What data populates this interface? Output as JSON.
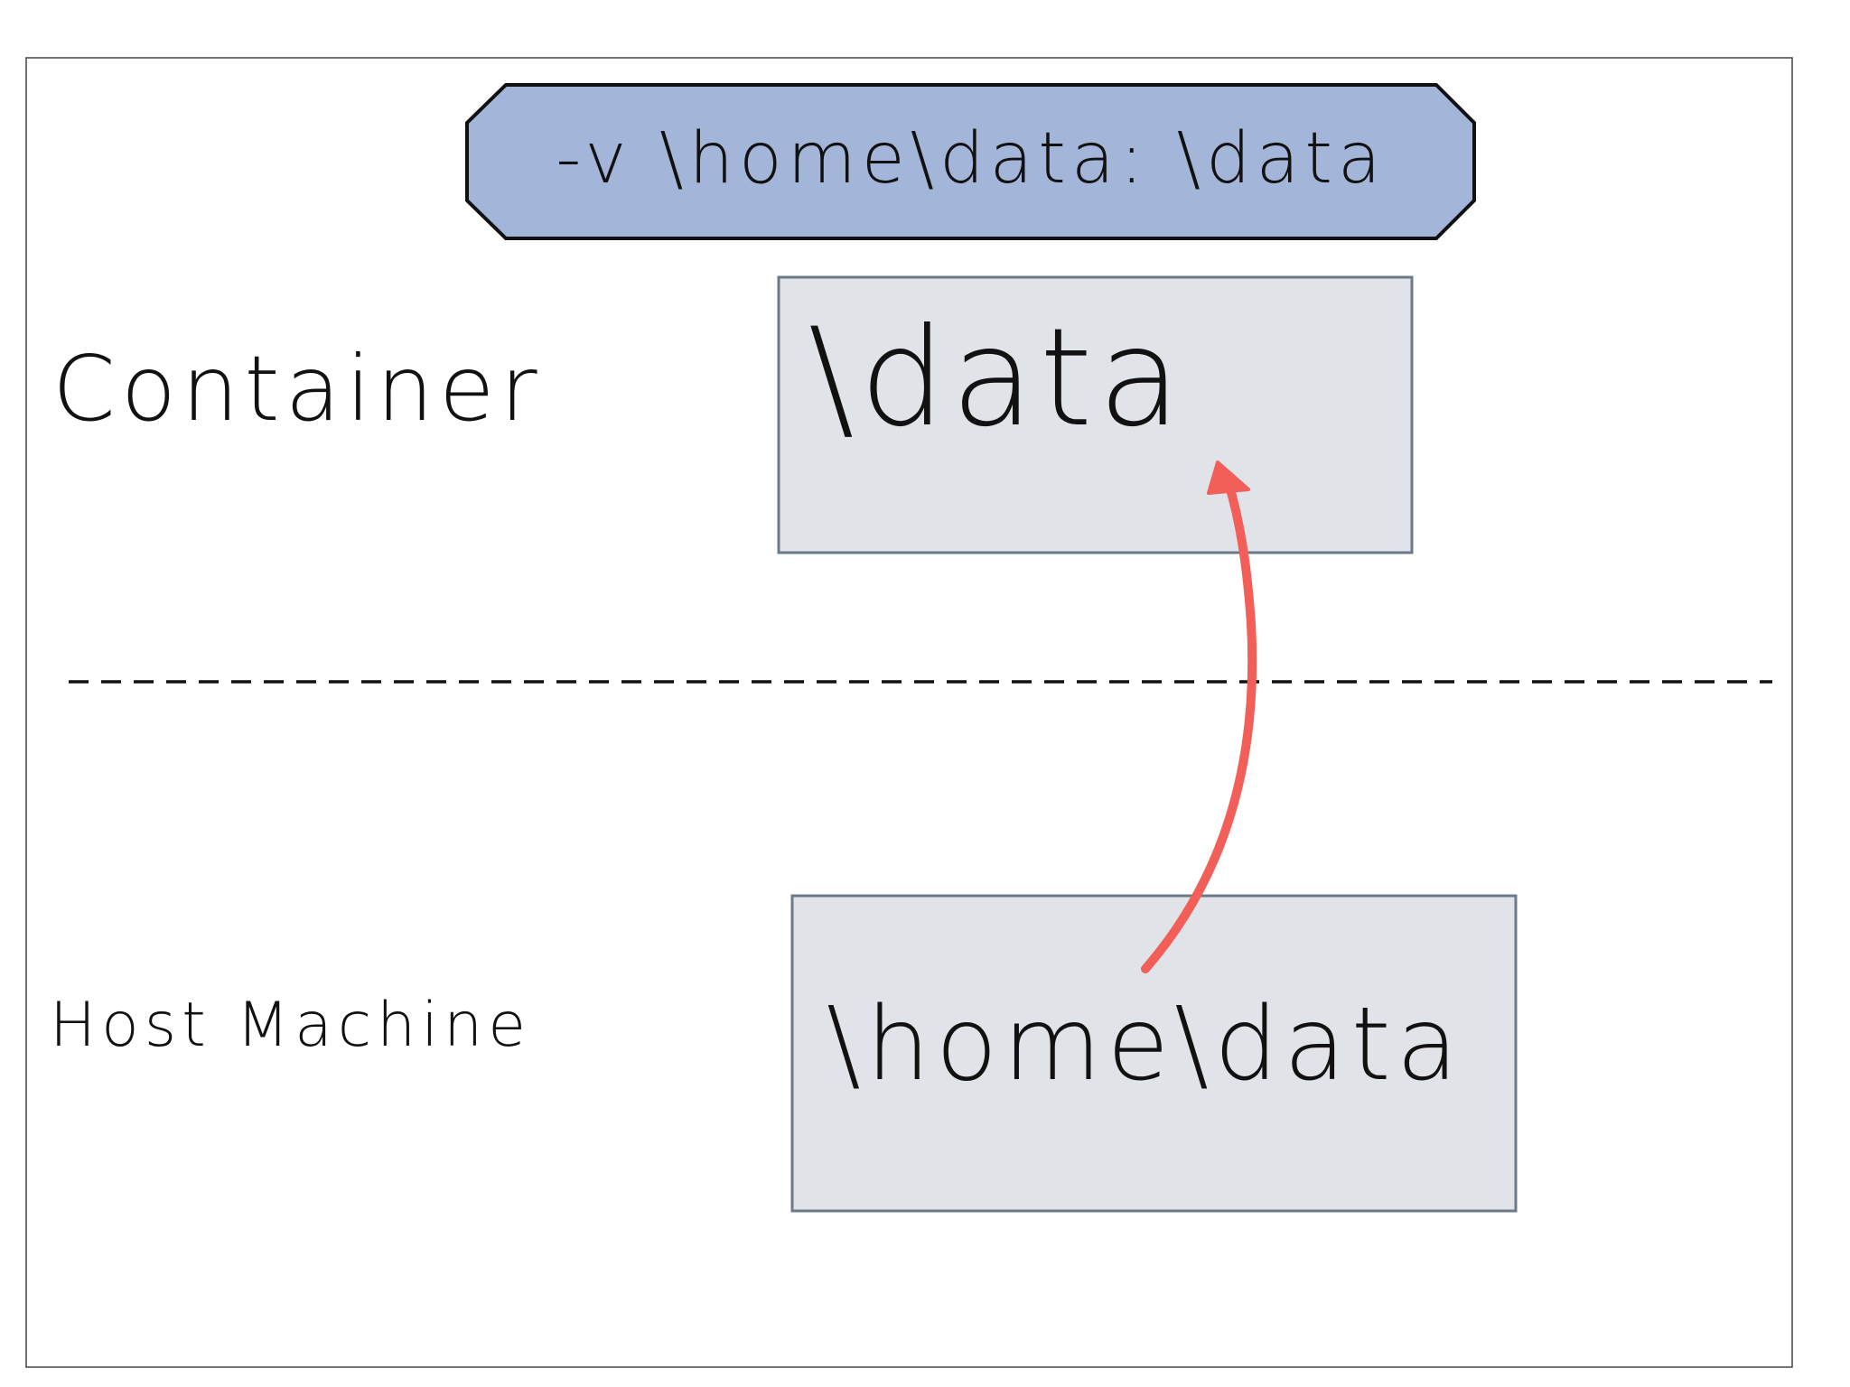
{
  "command": {
    "text": "-v \\home\\data: \\data",
    "fill": "#a3b5d8"
  },
  "container": {
    "label": "Container",
    "path_text": "\\data"
  },
  "host": {
    "label": "Host Machine",
    "path_text": "\\home\\data"
  },
  "colors": {
    "box_fill": "#e0e3e7",
    "box_stroke": "#6b7a88",
    "arrow": "#f25f58",
    "divider": "#111111",
    "frame": "#444444"
  },
  "icons": {
    "arrow": "curved-arrow-up"
  }
}
